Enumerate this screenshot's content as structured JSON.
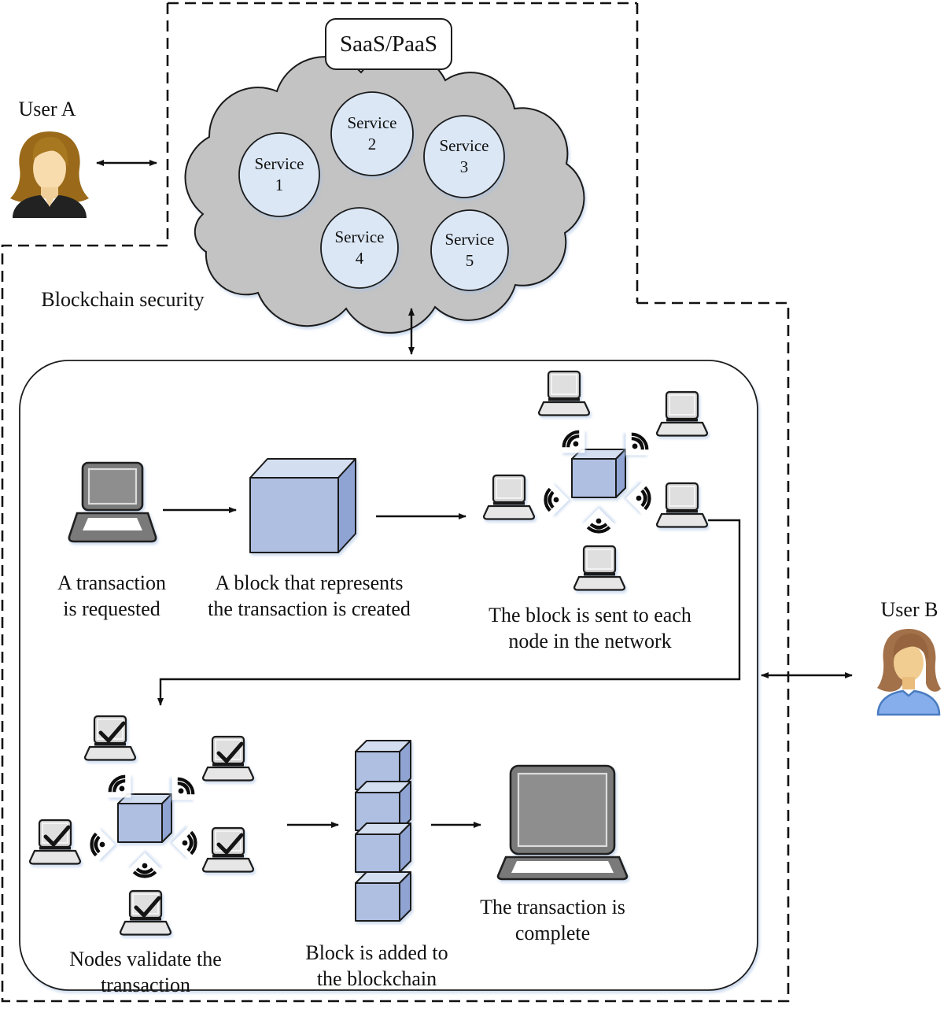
{
  "saas_box": {
    "label": "SaaS/PaaS"
  },
  "labels": {
    "user_a": "User A",
    "user_b": "User B",
    "security_region": "Blockchain security"
  },
  "cloud": {
    "services": [
      "Service\n1",
      "Service\n2",
      "Service\n3",
      "Service\n4",
      "Service\n5"
    ]
  },
  "flow_steps": [
    {
      "id": "transaction-requested",
      "caption": "A transaction\nis requested"
    },
    {
      "id": "block-created",
      "caption": "A block that represents\nthe transaction is created"
    },
    {
      "id": "block-sent-to-nodes",
      "caption": "The block is sent to each\nnode in the network"
    },
    {
      "id": "nodes-validate",
      "caption": "Nodes validate the\ntransaction"
    },
    {
      "id": "block-added",
      "caption": "Block is added to\nthe blockchain"
    },
    {
      "id": "transaction-complete",
      "caption": "The transaction is\ncomplete"
    }
  ],
  "colors": {
    "cloud_fill": "#c3c3c3",
    "service_fill": "#dbe7f5",
    "cube_front": "#aebfe2",
    "cube_top": "#d4def1",
    "cube_side": "#8fa4d3",
    "laptop_light": "#d3d3d3",
    "laptop_light_screen": "#dfdfdf",
    "laptop_dark": "#7a7a7a",
    "laptop_dark_screen": "#8e8e8e",
    "shirt_blue": "#86aeec",
    "jacket_dark": "#222222",
    "hair_gold": "#9a6a1a",
    "hair_brown": "#a2714a",
    "skin_light": "#f8dcae",
    "skin_tan": "#f2cd92"
  }
}
